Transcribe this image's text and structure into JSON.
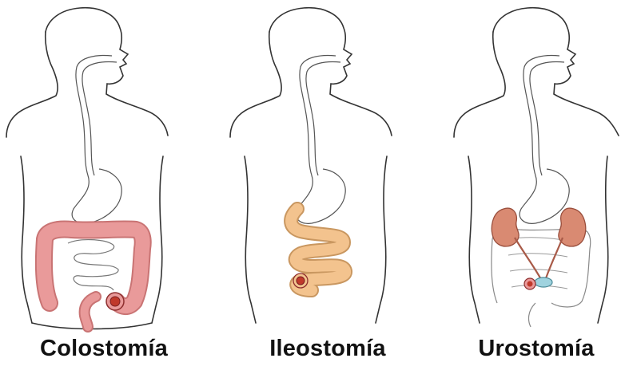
{
  "panels": [
    {
      "label": "Colostomía",
      "organ_color": "#e99a9a",
      "stoma_color": "#c0392b"
    },
    {
      "label": "Ileostomía",
      "organ_color": "#f3c38e",
      "stoma_color": "#c0392b"
    },
    {
      "label": "Urostomía",
      "organ_color": "#d98a72",
      "bag_color": "#9fd3df"
    }
  ]
}
